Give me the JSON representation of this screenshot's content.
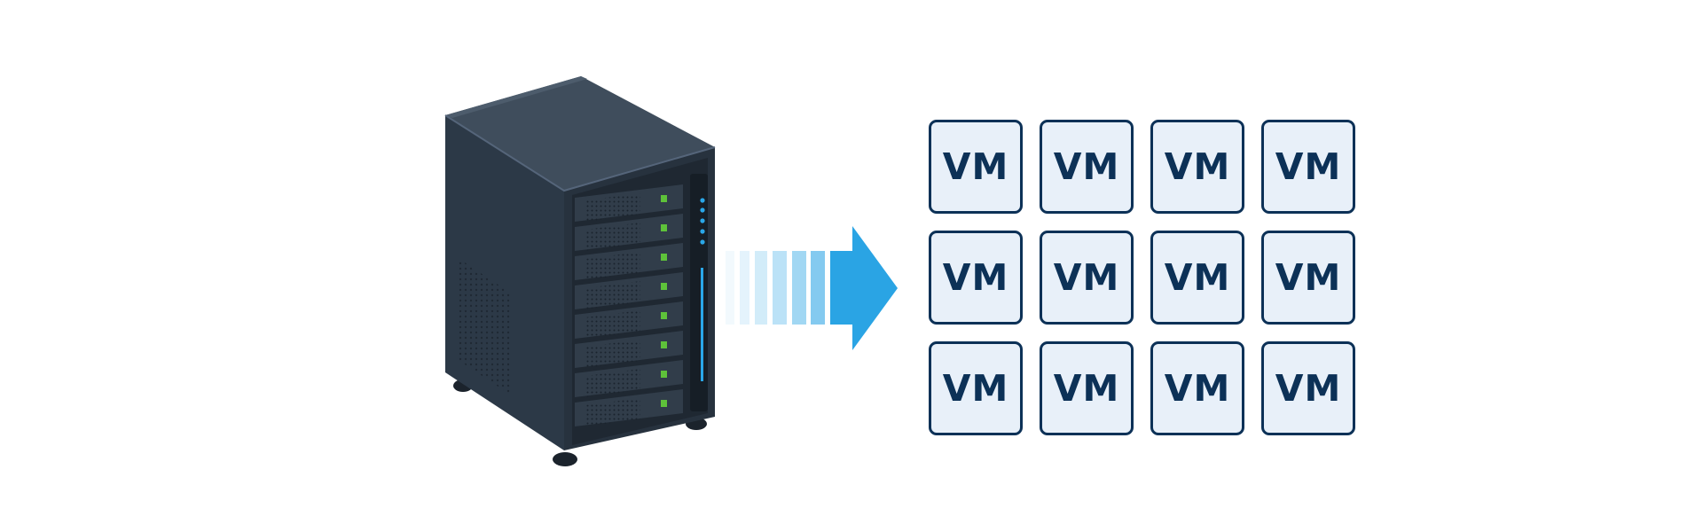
{
  "diagram": {
    "colors": {
      "server_dark": "#2b3744",
      "server_top": "#3e4c5b",
      "drive_light": "#5ec23a",
      "status_led": "#2aa7e8",
      "arrow": "#1f9fe3",
      "vm_border": "#0c3157",
      "vm_fill": "#e8f0f9"
    },
    "server": {
      "icon": "server-tower-icon",
      "drive_bays": 8
    },
    "arrow": {
      "icon": "right-arrow-icon",
      "direction": "right"
    },
    "vm_grid": {
      "rows": 3,
      "columns": 4,
      "tiles": [
        "VM",
        "VM",
        "VM",
        "VM",
        "VM",
        "VM",
        "VM",
        "VM",
        "VM",
        "VM",
        "VM",
        "VM"
      ]
    }
  }
}
